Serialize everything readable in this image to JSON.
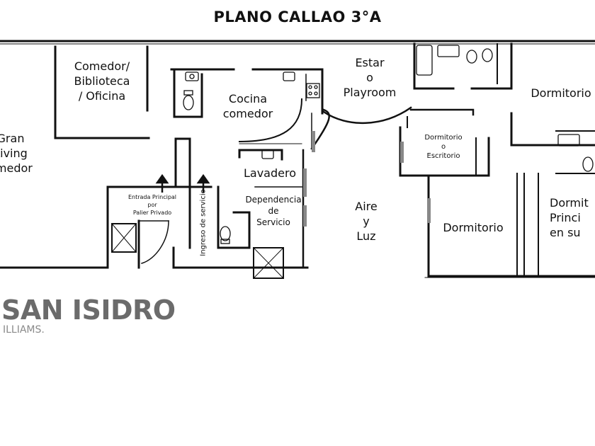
{
  "title": "PLANO CALLAO 3°A",
  "rooms": {
    "gran_living": "Gran\nLiving\nomedor",
    "comedor": "Comedor/\nBiblioteca\n/ Oficina",
    "cocina": "Cocina\ncomedor",
    "estar": "Estar\no\nPlayroom",
    "dormitorio_top": "Dormitorio",
    "dormitorio_escritorio": "Dormitorio\no\nEscritorio",
    "lavadero": "Lavadero",
    "entrada": "Entrada Principal\npor\nPalier Privado",
    "ingreso": "Ingreso de servicio",
    "dependencia": "Dependencia\nde\nServicio",
    "aire_luz": "Aire\ny\nLuz",
    "dormitorio_mid": "Dormitorio",
    "dormitorio_principal": "Dormit\nPrinci\nen su"
  },
  "logo": {
    "main": "SAN ISIDRO",
    "sub": "ILLIAMS."
  }
}
